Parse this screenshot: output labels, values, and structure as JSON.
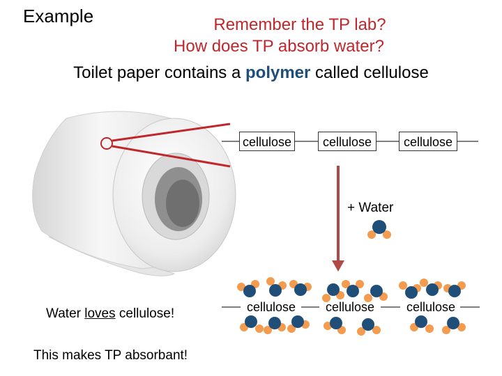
{
  "header": {
    "corner_label": "Example"
  },
  "title": {
    "line1": "Remember the TP lab?",
    "line2": "How does TP absorb water?",
    "line3_prefix": "Toilet paper contains a ",
    "line3_highlight": "polymer",
    "line3_suffix": " called cellulose"
  },
  "chain_top": [
    "cellulose",
    "cellulose",
    "cellulose"
  ],
  "reaction": {
    "label": "+ Water"
  },
  "chain_bottom": [
    "cellulose",
    "cellulose",
    "cellulose"
  ],
  "captions": {
    "loves_prefix": "Water ",
    "loves_word": "loves",
    "loves_suffix": " cellulose!",
    "absorbant": "This makes TP absorbant!"
  },
  "colors": {
    "title_red": "#c0272d",
    "polymer_blue": "#1f4e79",
    "oxygen": "#1f4e79",
    "hydrogen": "#f39c50",
    "arrow": "#b04a47"
  }
}
